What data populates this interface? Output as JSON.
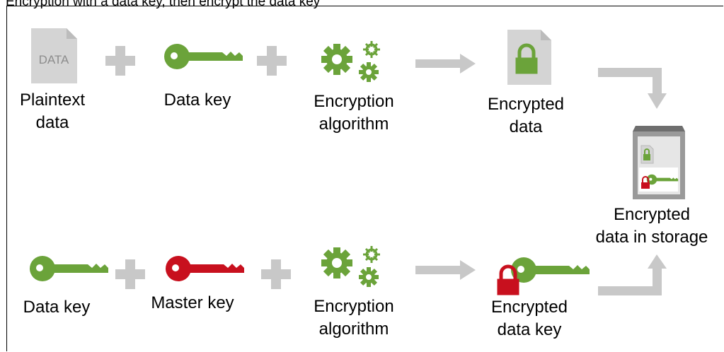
{
  "header_text": "Encryption with a data key, then encrypt the data key",
  "top_row": {
    "plaintext_icon_text": "DATA",
    "plaintext_label": [
      "Plaintext",
      "data"
    ],
    "data_key_label": [
      "Data key"
    ],
    "algorithm_label": [
      "Encryption",
      "algorithm"
    ],
    "encrypted_data_label": [
      "Encrypted",
      "data"
    ]
  },
  "bottom_row": {
    "data_key_label": [
      "Data key"
    ],
    "master_key_label": [
      "Master key"
    ],
    "algorithm_label": [
      "Encryption",
      "algorithm"
    ],
    "encrypted_data_key_label": [
      "Encrypted",
      "data key"
    ]
  },
  "storage": {
    "label": [
      "Encrypted",
      "data in storage"
    ]
  },
  "colors": {
    "key_green": "#6ba33a",
    "key_red": "#c8101e",
    "lock_green": "#6ba33a",
    "lock_red": "#c8101e",
    "arrow_gray": "#c8c8c8",
    "doc_gray": "#d4d4d4",
    "storage_gray": "#8a8a8a"
  }
}
